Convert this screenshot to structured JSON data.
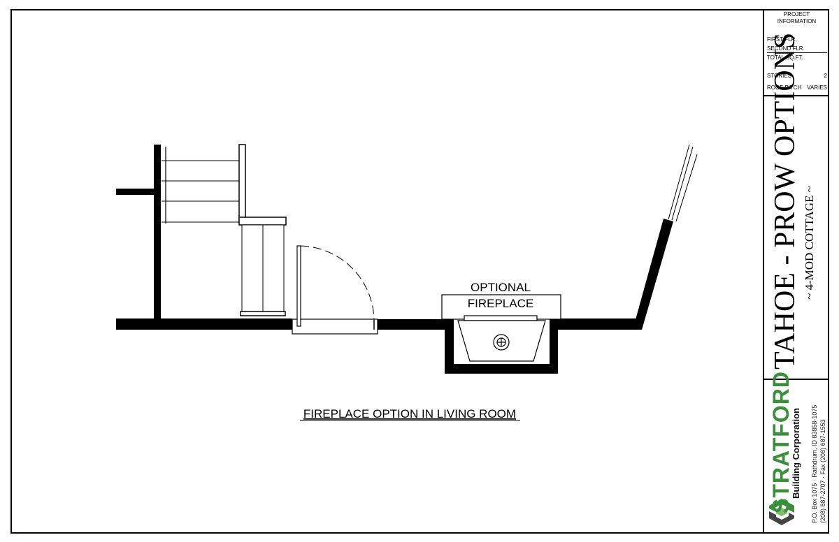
{
  "project_info": {
    "heading": "PROJECT\nINFORMATION",
    "first_flr_label": "FIRST FLR.",
    "second_flr_label": "SECOND FLR.",
    "total_sqft_label": "TOTAL SQ.FT.",
    "stories_label": "STORIES",
    "stories_value": "2",
    "roof_pitch_label": "ROOF PITCH",
    "roof_pitch_value": "VARIES"
  },
  "title": {
    "main": "TAHOE - PROW OPTIONS",
    "sub": "~ 4-MOD COTTAGE ~"
  },
  "company": {
    "name": "STRATFORD",
    "tagline": "Building Corporation",
    "address_line1": "P.O. Box 1075 · Rathdrum, ID 83858-1075",
    "address_line2": "(208) 687-2707 · Fax (208) 687-1553",
    "brand_color": "#3a8f3a"
  },
  "plan": {
    "fireplace_label_line1": "OPTIONAL",
    "fireplace_label_line2": "FIREPLACE",
    "caption": "FIREPLACE OPTION IN LIVING ROOM"
  }
}
